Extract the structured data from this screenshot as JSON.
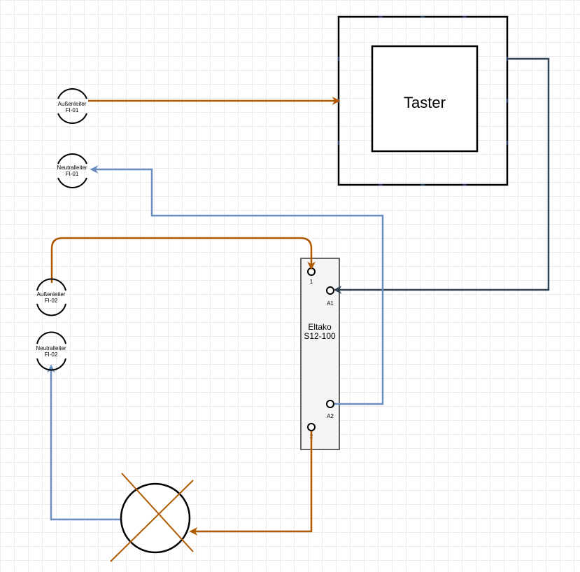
{
  "diagram": {
    "terminals": {
      "l_fi01": {
        "line1": "Außenleiter",
        "line2": "FI-01"
      },
      "n_fi01": {
        "line1": "Neutralleiter",
        "line2": "FI-01"
      },
      "l_fi02": {
        "line1": "Außenleiter",
        "line2": "FI-02"
      },
      "n_fi02": {
        "line1": "Neutralleiter",
        "line2": "FI-02"
      }
    },
    "taster": {
      "label": "Taster"
    },
    "relay": {
      "name_line1": "Eltako",
      "name_line2": "S12-100",
      "pins": {
        "p1": "1",
        "a1": "A1",
        "a2": "A2",
        "p2": "2"
      }
    },
    "colors": {
      "phase": "#b05a00",
      "neutral": "#6c8ebf",
      "control": "#314354",
      "relay_fill": "#f5f5f5",
      "relay_stroke": "#666666",
      "connection_point": "#3e6ec4"
    }
  }
}
